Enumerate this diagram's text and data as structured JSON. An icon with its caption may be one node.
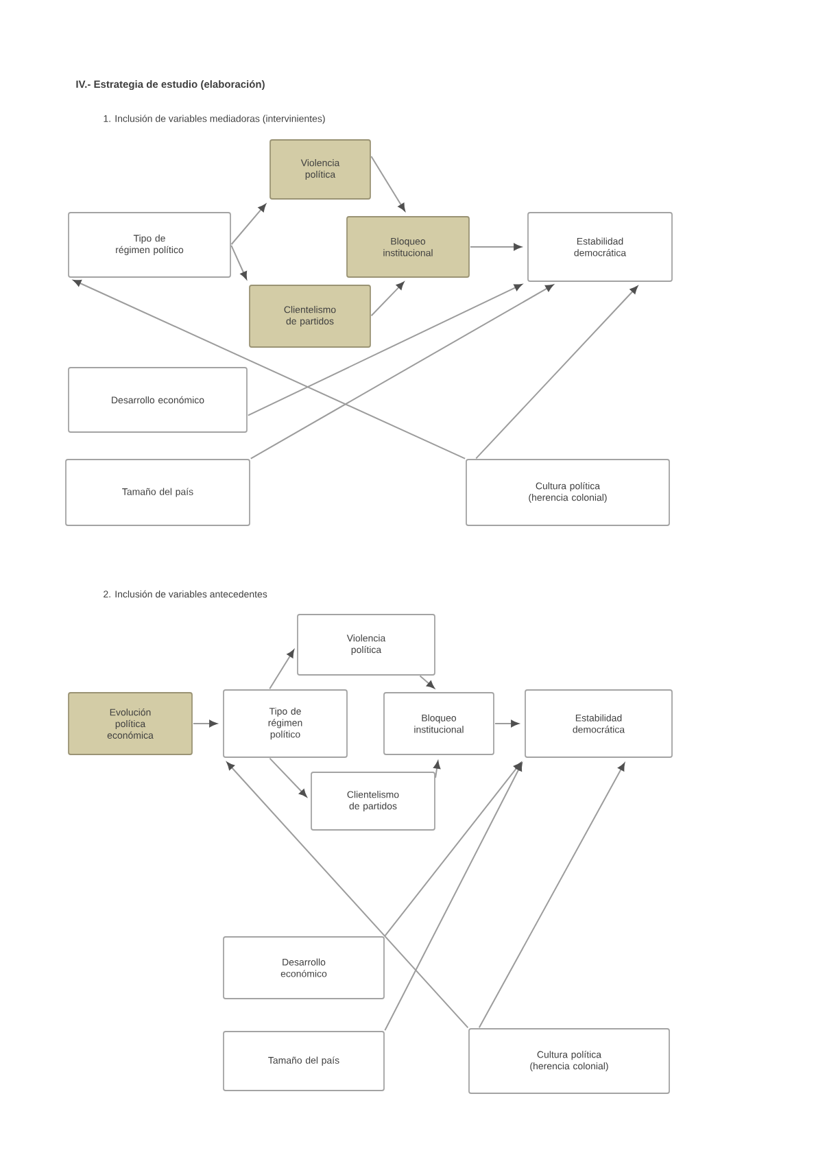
{
  "diagram": {
    "title": "IV.- Estrategia de estudio (elaboración)",
    "nodes": [
      {
        "text": [
          "Tipo de régimen político"
        ]
      },
      {
        "text": [
          "Violencia política"
        ]
      },
      {
        "text": [
          "Bloqueo institucional"
        ]
      },
      {
        "text": [
          "Clientelismo de partidos"
        ]
      },
      {
        "text": [
          "Estabilidad democrática"
        ]
      },
      {
        "text": [
          "Desarrollo económico"
        ]
      },
      {
        "text": [
          "Tamaño del país"
        ]
      },
      {
        "text": [
          "Cultura política (herencia colonial)"
        ]
      },
      {
        "text": [
          "Evolución política económica"
        ]
      },
      {
        "text": [
          "Tipo de régimen político"
        ]
      },
      {
        "text": [
          "Violencia política"
        ]
      },
      {
        "text": [
          "Bloqueo institucional"
        ]
      },
      {
        "text": [
          "Estabilidad democrática"
        ]
      },
      {
        "text": [
          "Clientelismo de partidos"
        ]
      },
      {
        "text": [
          "Desarrollo económico"
        ]
      },
      {
        "text": [
          "Tamaño del país"
        ]
      },
      {
        "text": [
          "Cultura política (herencia colonial)"
        ]
      }
    ],
    "edges": [
      {
        "from": 0,
        "to": 1,
        "arrow": "to"
      },
      {
        "from": 0,
        "to": 3,
        "arrow": "to"
      },
      {
        "from": 1,
        "to": 2,
        "arrow": "to"
      },
      {
        "from": 3,
        "to": 2,
        "arrow": "to"
      },
      {
        "from": 2,
        "to": 4,
        "arrow": "to"
      },
      {
        "from": 5,
        "to": 4,
        "arrow": "to"
      },
      {
        "from": 6,
        "to": 4,
        "arrow": "to"
      },
      {
        "from": 7,
        "to": 0,
        "arrow": "to"
      },
      {
        "from": 7,
        "to": 4,
        "arrow": "to"
      },
      {
        "from": 8,
        "to": 9,
        "arrow": "to"
      },
      {
        "from": 9,
        "to": 10,
        "arrow": "to"
      },
      {
        "from": 9,
        "to": 13,
        "arrow": "to"
      },
      {
        "from": 10,
        "to": 11,
        "arrow": "to"
      },
      {
        "from": 13,
        "to": 11,
        "arrow": "to"
      },
      {
        "from": 11,
        "to": 12,
        "arrow": "to"
      },
      {
        "from": 14,
        "to": 12,
        "arrow": "to"
      },
      {
        "from": 15,
        "to": 12,
        "arrow": "to"
      },
      {
        "from": 16,
        "to": 9,
        "arrow": "to"
      },
      {
        "from": 16,
        "to": 12,
        "arrow": "to"
      }
    ],
    "labels": [
      "1. Inclusión de variables mediadoras (intervinientes)",
      "2. Inclusión de variables antecedentes"
    ]
  }
}
